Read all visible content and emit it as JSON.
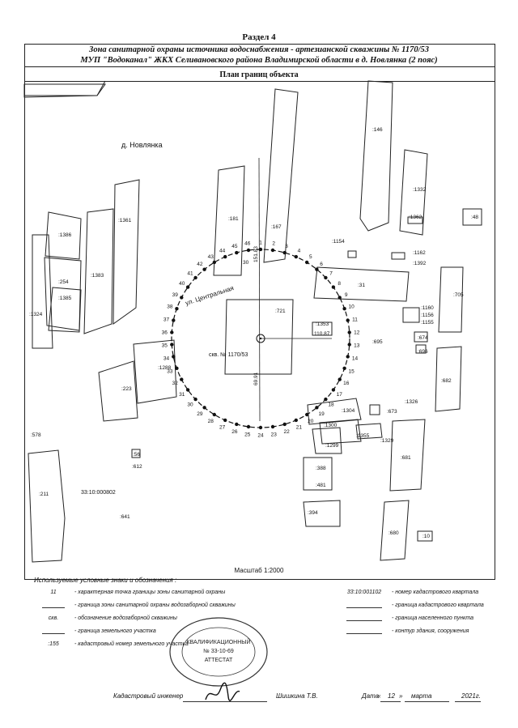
{
  "section_title": "Раздел 4",
  "title_line1": "Зона санитарной охраны источника водоснабжения -  артезианской скважины № 1170/53",
  "title_line2": "МУП \"Водоканал\" ЖКХ Селивановского района Владимирской области в д. Новлянка (2 пояс)",
  "plan_title": "План границ объекта",
  "map": {
    "village_name": "д. Новлянка",
    "street_name": "ул. Центральная",
    "well_label": "скв. № 1170/53",
    "quarter_label": "33:10:000802",
    "dim_vertical_top": "151.83",
    "dim_vertical_bottom": "69.91",
    "dim_horizontal": "110.87",
    "parcels": [
      ":146",
      ":1332",
      ":1362",
      ":48",
      ":1386",
      ":1361",
      ":181",
      ":167",
      ":1154",
      ":1162",
      ":1392",
      ":254",
      ":1383",
      ":1385",
      ":1324",
      ":31",
      ":705",
      ":1160",
      ":1156",
      ":1155",
      ":721",
      ":1353",
      ":674",
      ":696",
      ":695",
      ":1288",
      ":682",
      ":223",
      ":1304",
      ":673",
      ":1326",
      ":1300",
      ":1355",
      ":1329",
      ":1299",
      ":578",
      ":56",
      ":612",
      ":388",
      ":481",
      ":681",
      ":211",
      ":641",
      ":394",
      ":680",
      ":10"
    ],
    "point_numbers": [
      "1",
      "2",
      "3",
      "4",
      "5",
      "6",
      "7",
      "8",
      "9",
      "10",
      "11",
      "12",
      "13",
      "14",
      "15",
      "16",
      "17",
      "18",
      "19",
      "20",
      "21",
      "22",
      "23",
      "24",
      "25",
      "26",
      "27",
      "28",
      "29",
      "30",
      "31",
      "32",
      "33",
      "34",
      "35",
      "36",
      "37",
      "38",
      "39",
      "40",
      "41",
      "42",
      "43",
      "44",
      "45",
      "46"
    ],
    "extra_point_label": "30"
  },
  "scale": "Масштаб 1:2000",
  "legend": {
    "title": "Используемые условные знаки и обозначения :",
    "items_left": [
      {
        "symbol": "11",
        "text": "- характерная точка границы зоны санитарной охраны"
      },
      {
        "symbol": "",
        "text": "- граница зоны санитарной охраны водозаборной скважины"
      },
      {
        "symbol": "скв.",
        "text": "- обозначение водозаборной скважины"
      },
      {
        "symbol": "",
        "text": "- граница земельного участка"
      },
      {
        "symbol": ":155",
        "text": "- кадастровый номер земельного участка"
      }
    ],
    "items_right": [
      {
        "symbol": "33:10:001102",
        "text": "- номер кадастрового квартала"
      },
      {
        "symbol": "",
        "text": "- граница кадастрового квартала"
      },
      {
        "symbol": "",
        "text": "- граница населенного пункта"
      },
      {
        "symbol": "",
        "text": "- контур здания, сооружения"
      }
    ]
  },
  "stamp": {
    "number_line": "№ 33-10-69",
    "word": "АТТЕСТАТ",
    "header": "КВАЛИФИКАЦИОННЫЙ"
  },
  "footer": {
    "engineer_label": "Кадастровый инженер",
    "engineer_name": "Шишкина Т.В.",
    "date_label": "Дата",
    "day": "12",
    "month": "марта",
    "year": "2021г."
  }
}
